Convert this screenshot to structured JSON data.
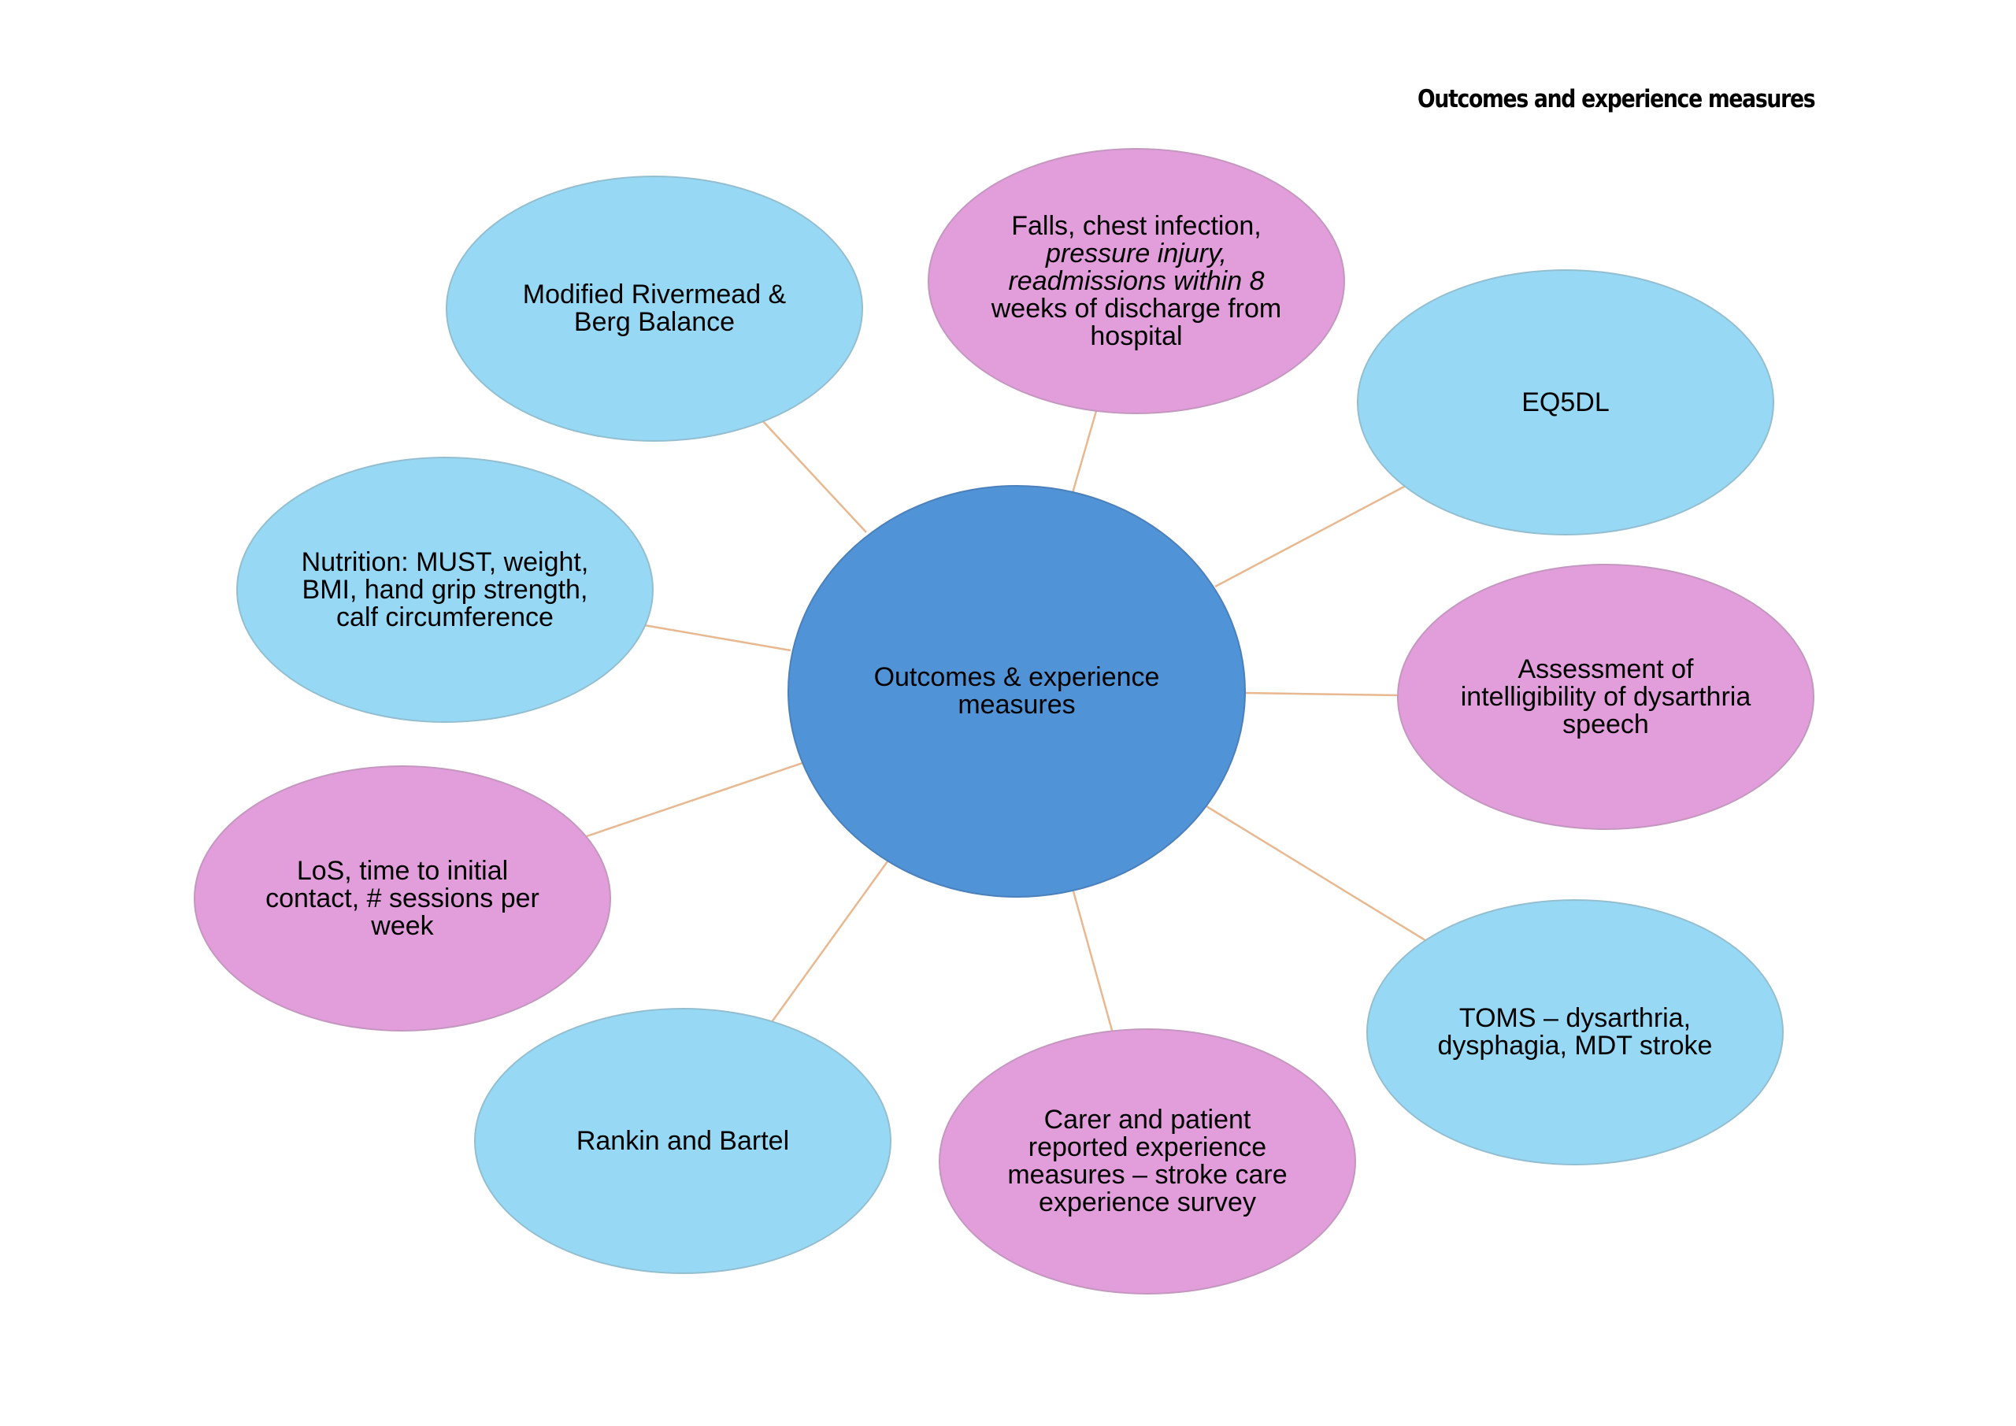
{
  "title": "Outcomes and experience measures",
  "colors": {
    "hub": "#5093d6",
    "blue_node": "#97d9f5",
    "pink_node": "#e29ddb",
    "connector": "#e8b890"
  },
  "hub": {
    "lines": [
      "Outcomes & experience",
      "measures"
    ]
  },
  "nodes": [
    {
      "id": "modified-rivermead",
      "color": "blue",
      "lines": [
        "Modified Rivermead &",
        "Berg Balance"
      ]
    },
    {
      "id": "falls",
      "color": "pink",
      "lines": [
        "Falls, chest infection,",
        "pressure injury,",
        "readmissions within 8",
        "weeks of discharge from",
        "hospital"
      ],
      "italic_lines": [
        1,
        2
      ]
    },
    {
      "id": "eq5dl",
      "color": "blue",
      "lines": [
        "EQ5DL"
      ]
    },
    {
      "id": "nutrition",
      "color": "blue",
      "lines": [
        "Nutrition: MUST, weight,",
        "BMI, hand grip strength,",
        "calf circumference"
      ]
    },
    {
      "id": "dysarthria",
      "color": "pink",
      "lines": [
        "Assessment of",
        "intelligibility of dysarthria",
        "speech"
      ]
    },
    {
      "id": "los",
      "color": "pink",
      "lines": [
        "LoS, time to initial",
        "contact, # sessions per",
        "week"
      ]
    },
    {
      "id": "toms",
      "color": "blue",
      "lines": [
        "TOMS – dysarthria,",
        "dysphagia, MDT stroke"
      ]
    },
    {
      "id": "rankin-bartel",
      "color": "blue",
      "lines": [
        "Rankin and Bartel"
      ]
    },
    {
      "id": "carer-patient",
      "color": "pink",
      "lines": [
        "Carer and patient",
        "reported experience",
        "measures – stroke care",
        "experience survey"
      ]
    }
  ]
}
